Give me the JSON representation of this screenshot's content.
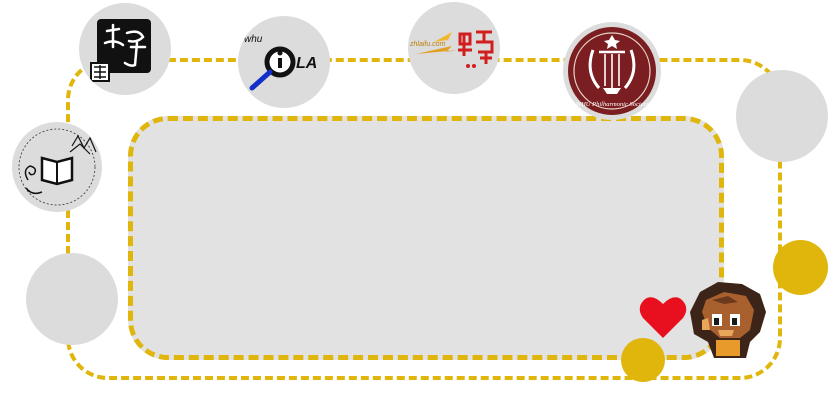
{
  "logos": {
    "badge1": {
      "icon": "calligraphy-seal-logo"
    },
    "badge2": {
      "icon": "ila-magnifier-logo",
      "small_text": "whu",
      "mark_text": "LA"
    },
    "badge3": {
      "icon": "zhanglaifu-logo",
      "small_text": "zhlaifu.com"
    },
    "badge4": {
      "icon": "lyre-emblem-logo",
      "caption": "WHU Philharmonic Society"
    },
    "badge5": {
      "icon": "book-ornament-logo"
    }
  },
  "colors": {
    "accent_yellow": "#e0b50c",
    "panel_gray": "#e2e2e2",
    "badge_gray": "#dcdcdc",
    "heart_red": "#e8101f",
    "emblem_maroon": "#7a1e22"
  }
}
